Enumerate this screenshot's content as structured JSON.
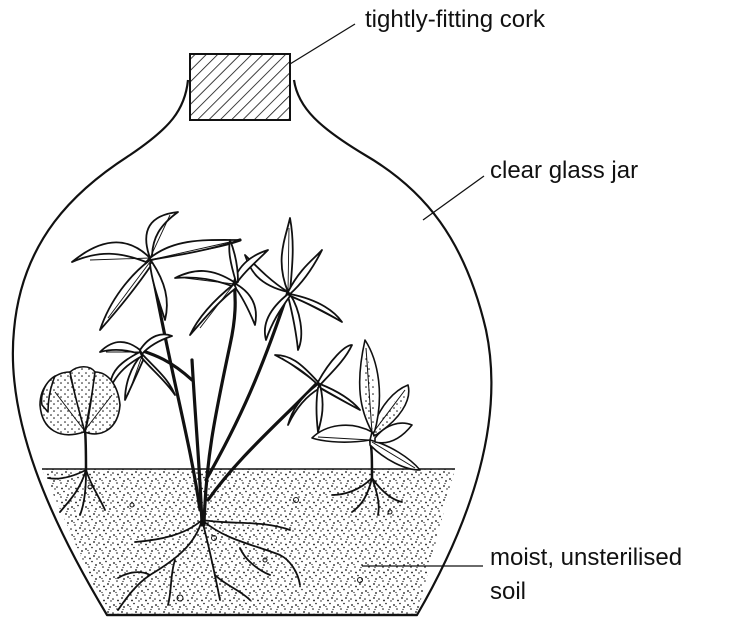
{
  "labels": {
    "cork": "tightly-fitting cork",
    "jar": "clear glass jar",
    "soil_line1": "moist, unsterilised",
    "soil_line2": "soil"
  },
  "colors": {
    "ink": "#111111",
    "background": "#ffffff"
  },
  "icons": [
    "jar",
    "cork",
    "plants",
    "roots",
    "soil"
  ]
}
